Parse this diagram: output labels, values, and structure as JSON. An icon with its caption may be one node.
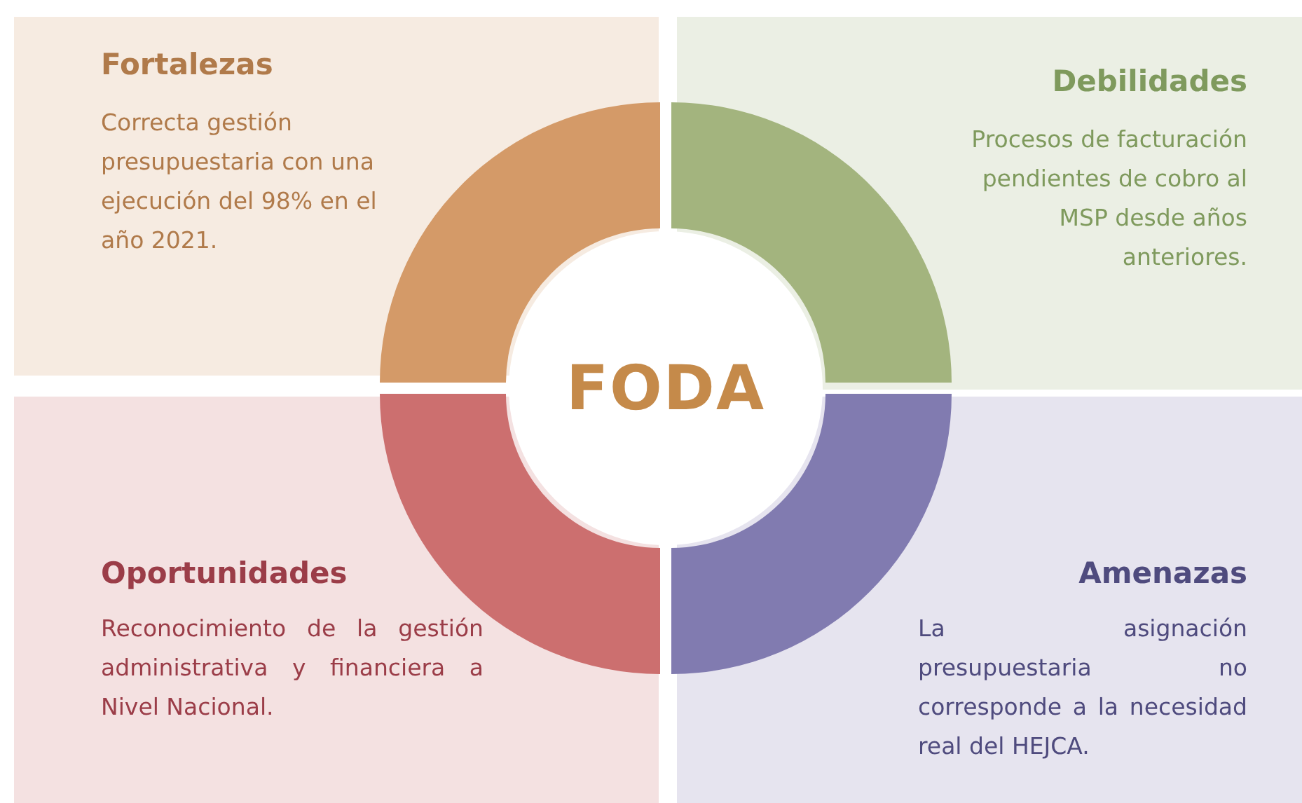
{
  "diagram": {
    "nodes": [
      {
        "text": [
          "Fortalezas",
          "Correcta gestión presupuestaria con una ejecución del 98% en el año 2021."
        ]
      },
      {
        "text": [
          "Debilidades",
          "Procesos de facturación pendientes de cobro al MSP desde años anteriores."
        ]
      },
      {
        "text": [
          "FODA"
        ]
      },
      {
        "text": [
          "Oportunidades",
          "Reconocimiento de la gestión administrativa y financiera a Nivel Nacional."
        ]
      },
      {
        "text": [
          "Amenazas",
          "La asignación presupuestaria no corresponde a la necesidad real del HEJCA."
        ]
      }
    ],
    "edges": []
  }
}
